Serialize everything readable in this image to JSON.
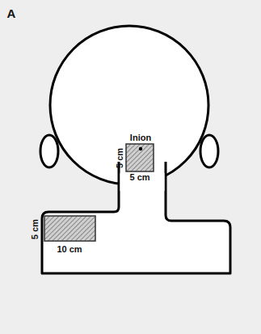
{
  "diagram": {
    "labels": [
      "A",
      "Inion",
      "5 cm",
      "5 cm",
      "5 cm",
      "10 cm"
    ]
  }
}
